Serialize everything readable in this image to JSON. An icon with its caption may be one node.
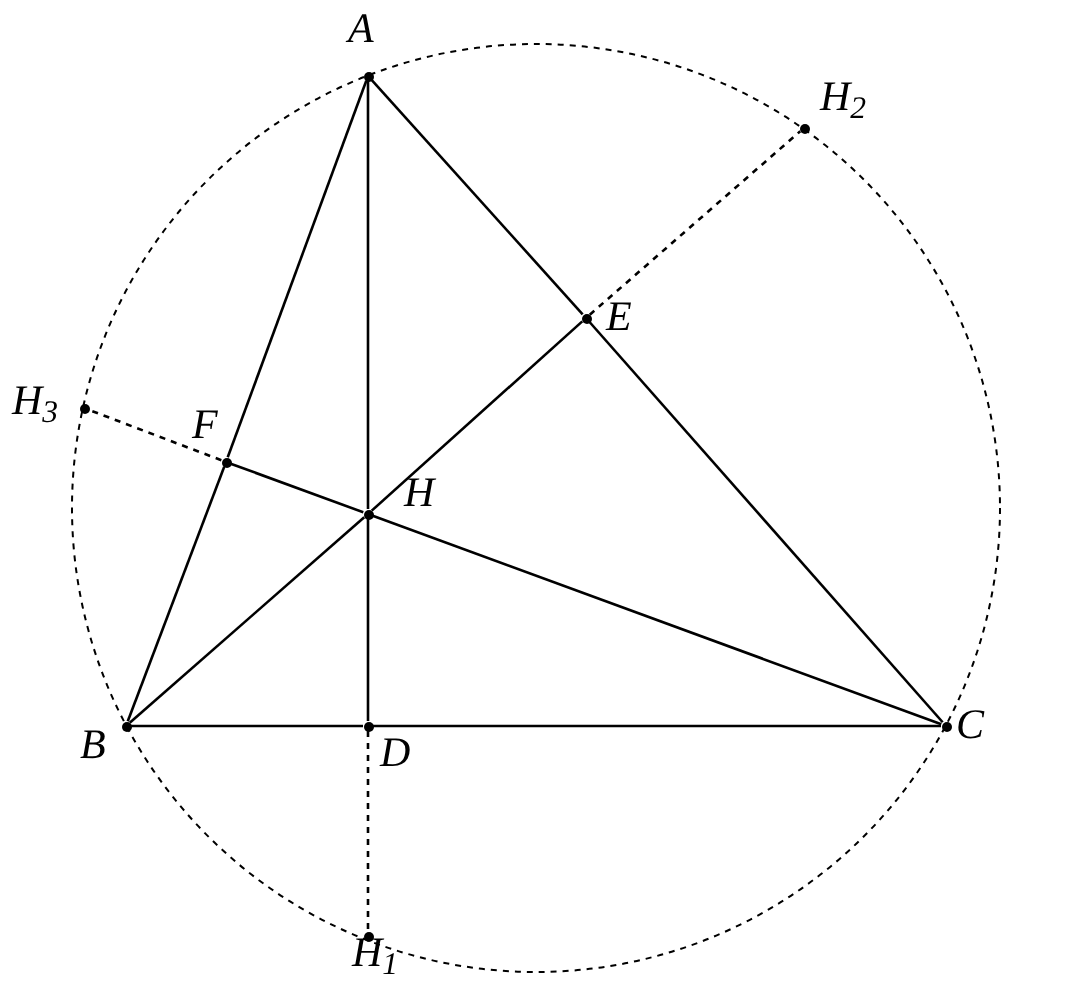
{
  "diagram": {
    "nodes": [
      {
        "text": [],
        "shape": "circle",
        "beside": [
          "A"
        ]
      },
      {
        "text": [],
        "shape": "circle",
        "beside": [
          "H$_{2}$"
        ]
      },
      {
        "text": [],
        "shape": "circle",
        "beside": [
          "E"
        ]
      },
      {
        "text": [],
        "shape": "circle",
        "beside": [
          "H$_{3}$"
        ]
      },
      {
        "text": [],
        "shape": "circle",
        "beside": [
          "F"
        ]
      },
      {
        "text": [],
        "shape": "circle",
        "beside": [
          "H"
        ]
      },
      {
        "text": [],
        "shape": "circle",
        "beside": [
          "B"
        ]
      },
      {
        "text": [],
        "shape": "circle",
        "beside": [
          "D"
        ]
      },
      {
        "text": [],
        "shape": "circle",
        "beside": [
          "C"
        ]
      },
      {
        "text": [],
        "shape": "circle",
        "beside": [
          "H$_{1}$"
        ]
      }
    ],
    "edges": [
      {
        "from": 0,
        "to": 4,
        "arrow": "none"
      },
      {
        "from": 4,
        "to": 6,
        "arrow": "none"
      },
      {
        "from": 0,
        "to": 2,
        "arrow": "none"
      },
      {
        "from": 2,
        "to": 8,
        "arrow": "none"
      },
      {
        "from": 6,
        "to": 7,
        "arrow": "none"
      },
      {
        "from": 7,
        "to": 8,
        "arrow": "none"
      },
      {
        "from": 0,
        "to": 5,
        "arrow": "none"
      },
      {
        "from": 5,
        "to": 7,
        "arrow": "none"
      },
      {
        "from": 6,
        "to": 5,
        "arrow": "none"
      },
      {
        "from": 5,
        "to": 2,
        "arrow": "none"
      },
      {
        "from": 8,
        "to": 5,
        "arrow": "none"
      },
      {
        "from": 5,
        "to": 4,
        "arrow": "none"
      },
      {
        "from": 7,
        "to": 9,
        "arrow": "none",
        "style": "dashed"
      },
      {
        "from": 2,
        "to": 1,
        "arrow": "none",
        "style": "dashed"
      },
      {
        "from": 4,
        "to": 3,
        "arrow": "none",
        "style": "dashed"
      }
    ]
  }
}
